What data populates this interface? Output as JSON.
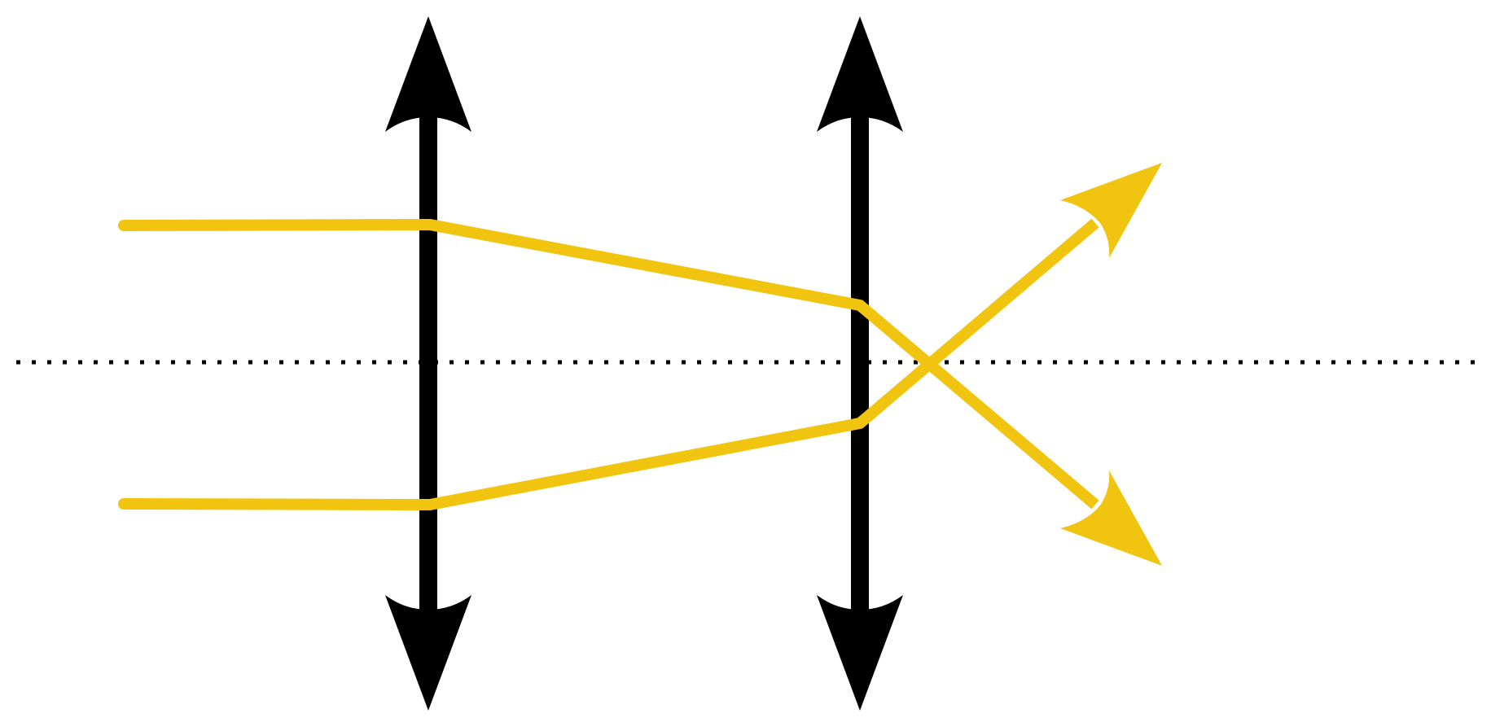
{
  "diagram": {
    "elements": [
      "optical-axis",
      "lens-1",
      "lens-2",
      "ray-upper",
      "ray-lower"
    ],
    "lens_type": "converging",
    "lens_count": 2,
    "ray_count": 2
  },
  "colors": {
    "background": "#ffffff",
    "lens": "#000000",
    "axis": "#000000",
    "ray": "#f1c40f"
  },
  "icons": {
    "lens_arrow": "double-headed-arrow-icon",
    "ray_arrow": "arrowhead-icon"
  }
}
